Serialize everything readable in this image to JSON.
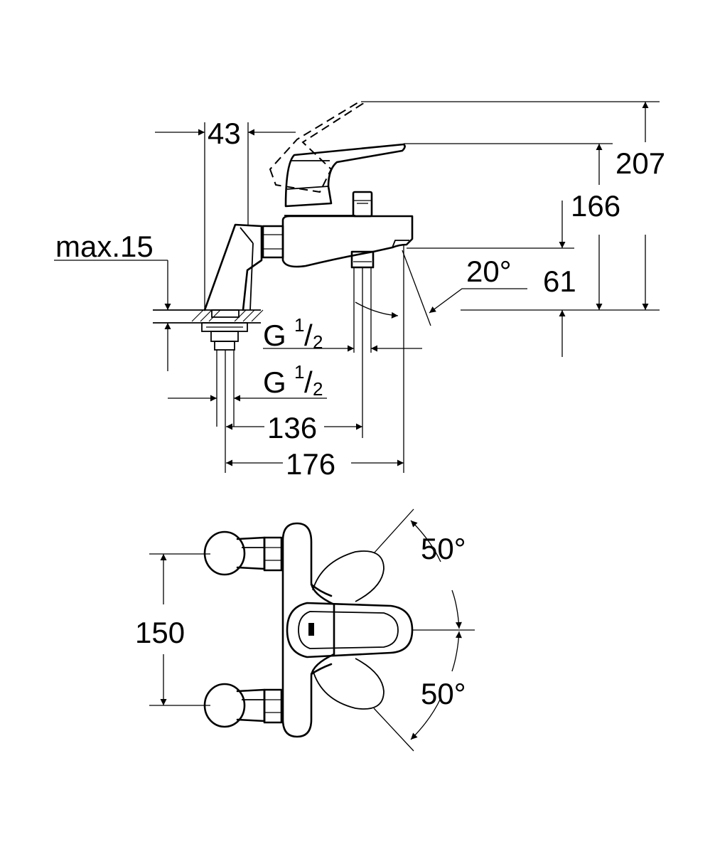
{
  "dimensions": {
    "d43": "43",
    "d207": "207",
    "d166": "166",
    "d61": "61",
    "max15": "max.15",
    "angle20": "20°",
    "thread1_letter": "G",
    "thread1_num": "1",
    "thread1_slash": "/",
    "thread1_den": "2",
    "thread2_letter": "G",
    "thread2_num": "1",
    "thread2_slash": "/",
    "thread2_den": "2",
    "d136": "136",
    "d176": "176",
    "d150": "150",
    "angle50_top": "50°",
    "angle50_bottom": "50°"
  },
  "colors": {
    "ink": "#000000",
    "paper": "#ffffff"
  }
}
